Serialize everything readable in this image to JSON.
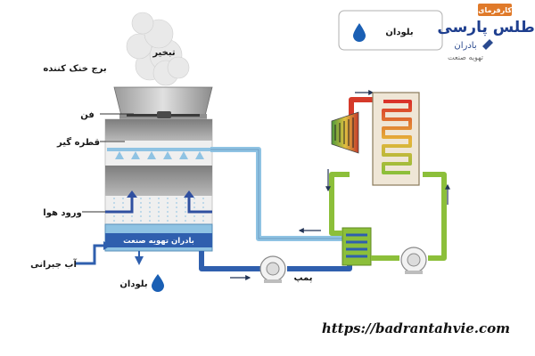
{
  "labels": {
    "evaporation": "تبخیر",
    "cooling_tower": "برج خنک کننده",
    "fan": "فن",
    "drift_eliminator": "قطره گیر",
    "air_inlet": "ورود هوا",
    "makeup_water": "آب جبرانی",
    "blowdown": "بلودان",
    "pump": "پمپ",
    "basin_brand": "بادران تهویه صنعت"
  },
  "legend": {
    "blowdown": "بلودان"
  },
  "logo": {
    "badge": "کارفرمای",
    "main": "اطلس پارسی",
    "brand": "بادران",
    "tagline": "تهویه صنعت"
  },
  "website": "https://badrantahvie.com",
  "colors": {
    "water": "#8fc3e3",
    "basin_pipe": "#2f5fae",
    "hot_pipe": "#d53a2a",
    "return_pipe": "#8cbf3a",
    "accent": "#1a5fb4"
  }
}
